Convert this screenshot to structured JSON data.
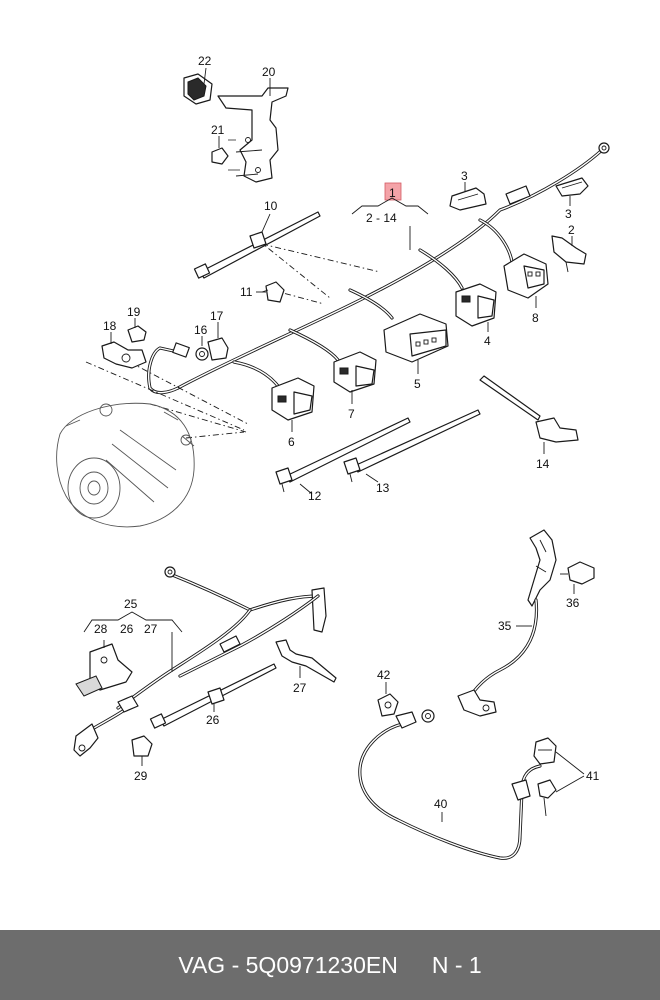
{
  "callouts": {
    "c1": "1",
    "c2_14": "2 - 14",
    "c2": "2",
    "c3a": "3",
    "c3b": "3",
    "c4": "4",
    "c5": "5",
    "c6": "6",
    "c7": "7",
    "c8": "8",
    "c10": "10",
    "c11": "11",
    "c12": "12",
    "c13": "13",
    "c14": "14",
    "c16": "16",
    "c17": "17",
    "c18": "18",
    "c19": "19",
    "c20": "20",
    "c21": "21",
    "c22": "22",
    "c25": "25",
    "c26a": "26",
    "c26b": "26",
    "c27a": "27",
    "c27b": "27",
    "c28": "28",
    "c29": "29",
    "c35": "35",
    "c36": "36",
    "c40": "40",
    "c41": "41",
    "c42": "42"
  },
  "footer": {
    "brand_part": "VAG - 5Q0971230EN",
    "qty": "N - 1"
  },
  "colors": {
    "highlight": "#f4a3a8",
    "footer_bg": "#6d6d6d",
    "footer_text": "#ffffff"
  }
}
